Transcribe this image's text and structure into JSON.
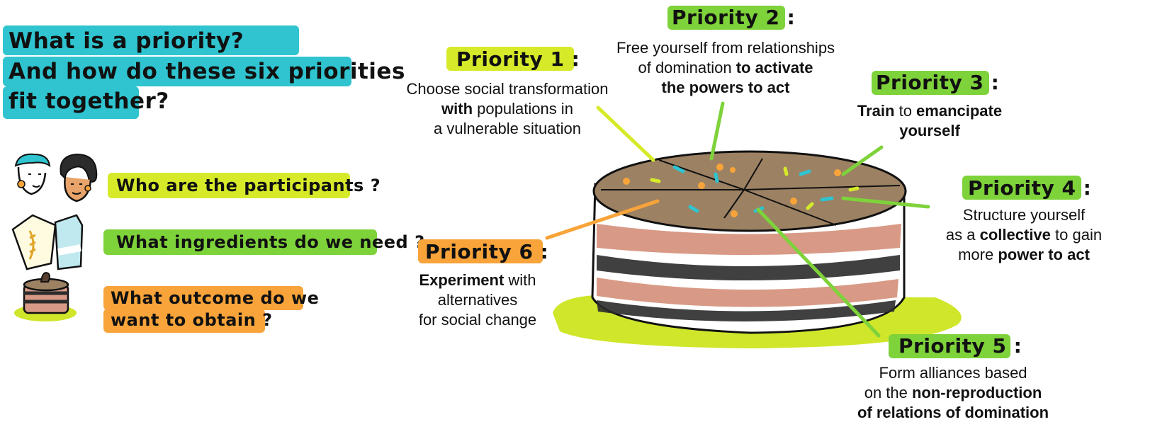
{
  "heading": {
    "line1": "What is a priority?",
    "line2": "And how do these six priorities",
    "line3": "fit together?"
  },
  "questions": [
    {
      "text": "Who are the participants ?",
      "icon": "participants-icon"
    },
    {
      "text": "What ingredients do we need ?",
      "icon": "ingredients-icon"
    },
    {
      "text": "What outcome do we",
      "text2": "want to obtain ?",
      "icon": "cake-icon"
    }
  ],
  "priorities": {
    "p1": {
      "title": "Priority 1 :",
      "l1": "Choose social transformation",
      "l2a": "with",
      "l2b": " populations in",
      "l3": "a vulnerable situation"
    },
    "p2": {
      "title": "Priority 2 :",
      "l1": "Free yourself from relationships",
      "l2a": "of domination ",
      "l2b": "to activate",
      "l3": "the powers to act"
    },
    "p3": {
      "title": "Priority 3 :",
      "l1a": "Train",
      "l1b": " to ",
      "l1c": "emancipate",
      "l2": "yourself"
    },
    "p4": {
      "title": "Priority 4 :",
      "l1": "Structure yourself",
      "l2a": "as a ",
      "l2b": "collective",
      "l2c": " to gain",
      "l3a": "more ",
      "l3b": "power to act"
    },
    "p5": {
      "title": "Priority 5 :",
      "l1": "Form alliances based",
      "l2a": "on the ",
      "l2b": "non-reproduction",
      "l3": "of relations of domination"
    },
    "p6": {
      "title": "Priority 6 :",
      "l1a": "Experiment",
      "l1b": " with",
      "l2": "alternatives",
      "l3": "for social change"
    }
  },
  "colors": {
    "cyan": "#2fc4cf",
    "yellow_green": "#d6ea2a",
    "green": "#7ed23a",
    "orange": "#f8a43a",
    "cake_top": "#9c8163",
    "cake_pink": "#d89a86",
    "cake_dark": "#2b2b2b",
    "plate": "#cfe62a"
  }
}
